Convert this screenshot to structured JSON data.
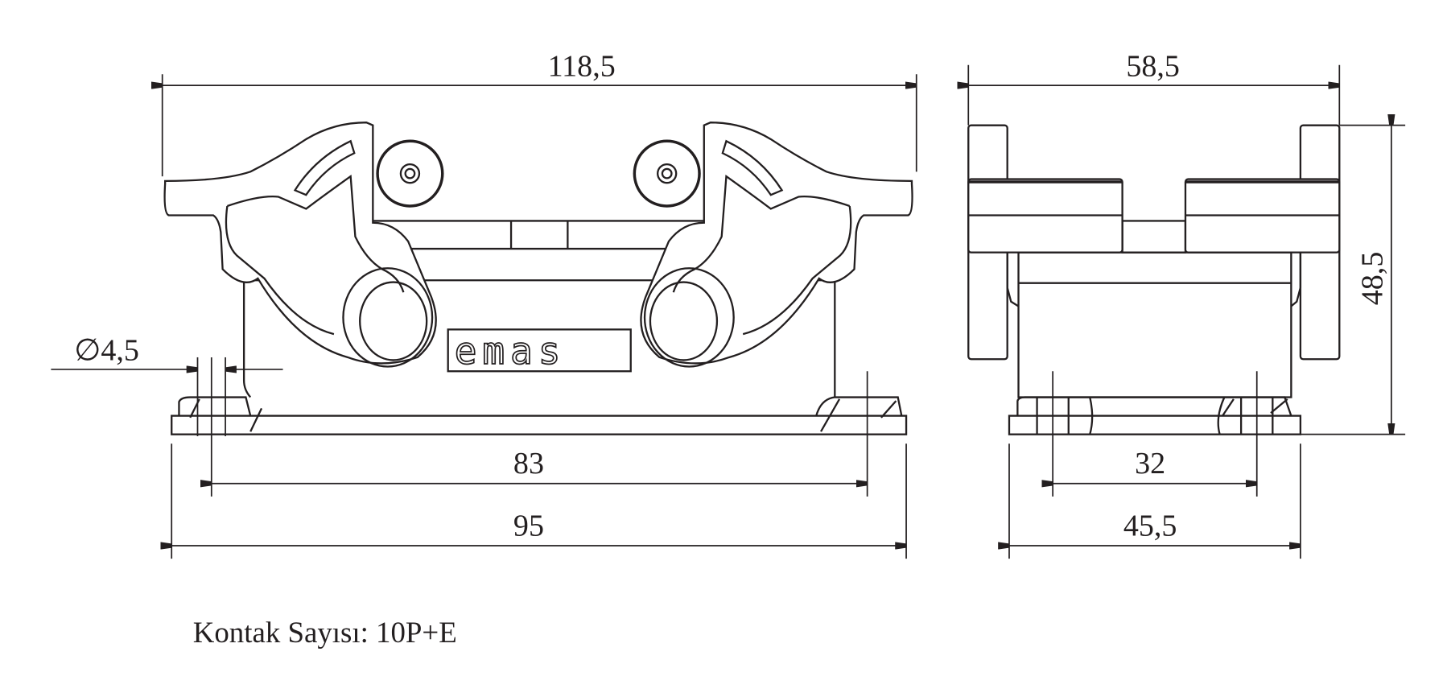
{
  "drawing": {
    "brand_logo": "emas",
    "dimensions": {
      "front_overall_width": "118,5",
      "front_hole_spacing": "83",
      "front_base_width": "95",
      "hole_diameter": "∅4,5",
      "side_overall_width": "58,5",
      "side_height": "48,5",
      "side_hole_spacing": "32",
      "side_base_width": "45,5"
    },
    "note": "Kontak Sayısı: 10P+E"
  }
}
